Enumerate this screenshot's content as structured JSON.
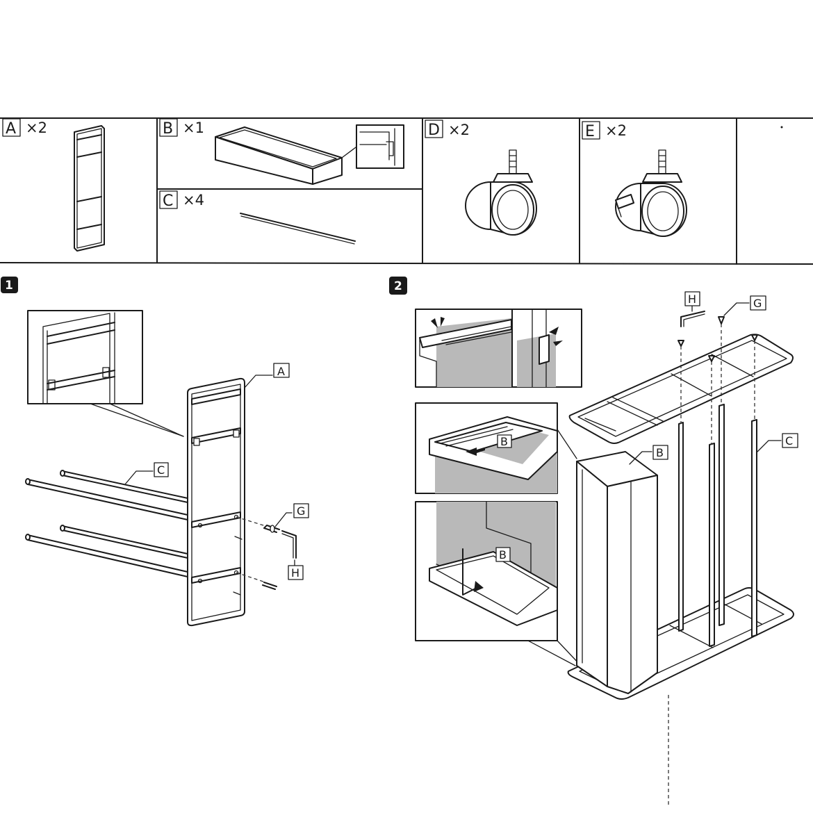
{
  "parts": [
    {
      "id": "A",
      "count": "×2"
    },
    {
      "id": "B",
      "count": "×1"
    },
    {
      "id": "C",
      "count": "×4"
    },
    {
      "id": "D",
      "count": "×2"
    },
    {
      "id": "E",
      "count": "×2"
    }
  ],
  "steps": [
    {
      "number": "1",
      "callouts": {
        "a": "A",
        "c": "C",
        "g": "G",
        "h": "H"
      }
    },
    {
      "number": "2",
      "callouts": {
        "b_main": "B",
        "b_detail1": "B",
        "b_detail2": "B",
        "c": "C",
        "g": "G",
        "h": "H"
      }
    }
  ],
  "colors": {
    "ink": "#1a1a1a",
    "panel_fill": "#b9b9b9",
    "background": "#ffffff"
  }
}
